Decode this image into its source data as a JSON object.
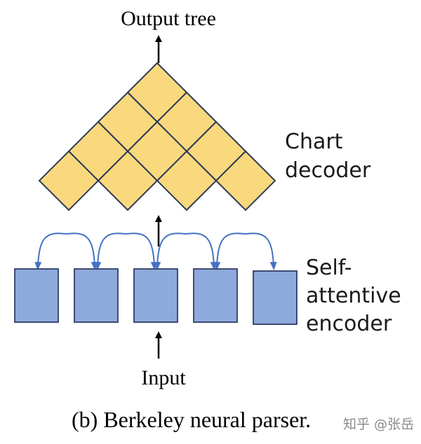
{
  "labels": {
    "output": "Output tree",
    "chart_decoder_line1": "Chart",
    "chart_decoder_line2": "decoder",
    "encoder_line1": "Self-",
    "encoder_line2": "attentive",
    "encoder_line3": "encoder",
    "input": "Input",
    "caption": "(b) Berkeley neural parser.",
    "watermark": "知乎 @张岳"
  },
  "colors": {
    "chart_cell_fill": "#FAD97E",
    "chart_cell_stroke": "#2E3B55",
    "encoder_fill": "#8EA9DB",
    "encoder_stroke": "#2F3E66",
    "attention_arrow": "#4472C4",
    "flow_arrow": "#000000"
  },
  "chart_grid": {
    "rows": 4
  },
  "encoder": {
    "token_count": 5
  }
}
